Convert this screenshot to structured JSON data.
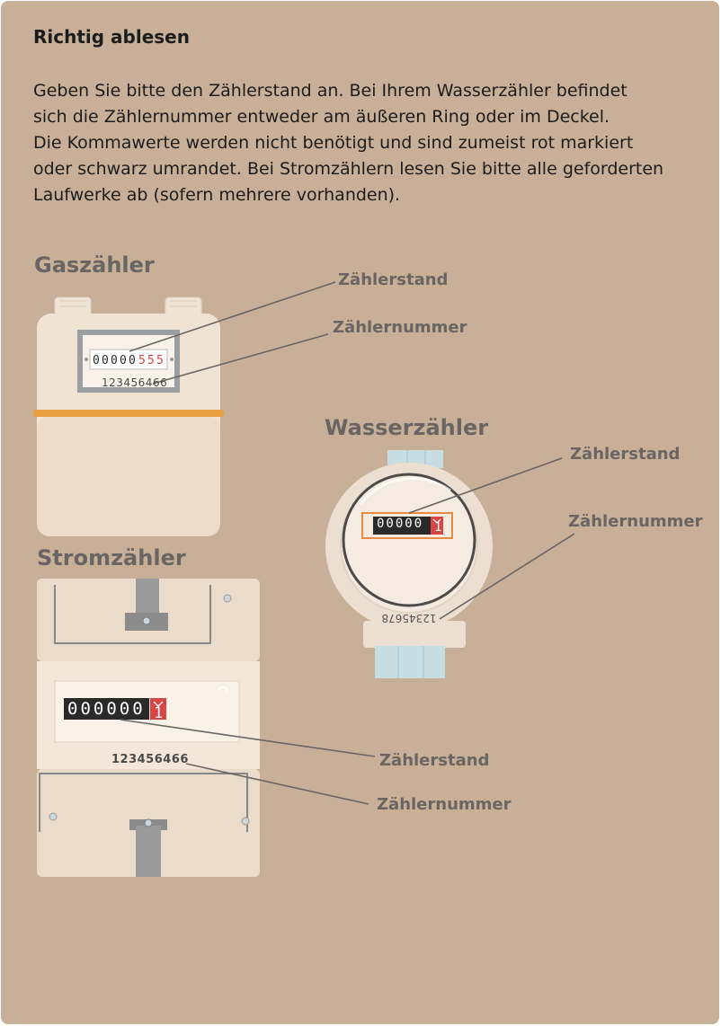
{
  "heading": "Richtig ablesen",
  "intro": [
    "Geben Sie bitte den Zählerstand an. Bei Ihrem Wasserzähler befindet",
    "sich die Zählernummer entweder am äußeren Ring oder im Deckel.",
    "Die Kommawerte werden nicht benötigt und sind zumeist rot markiert",
    "oder schwarz umrandet. Bei Stromzählern lesen Sie bitte alle geforderten",
    "Laufwerke ab (sofern mehrere vorhanden)."
  ],
  "gas": {
    "title": "Gaszähler",
    "digits": [
      "0",
      "0",
      "0",
      "0",
      "0"
    ],
    "decimal_digits": [
      "5",
      "5",
      "5"
    ],
    "meter_number": "123456466",
    "label_reading": "Zählerstand",
    "label_number": "Zählernummer"
  },
  "water": {
    "title": "Wasserzähler",
    "digits": "00000",
    "decimal_digit": "1",
    "meter_number": "12345678",
    "label_reading": "Zählerstand",
    "label_number": "Zählernummer"
  },
  "electric": {
    "title": "Stromzähler",
    "digits": "000000",
    "decimal_digit": "1",
    "meter_number": "123456466",
    "label_reading": "Zählerstand",
    "label_number": "Zählernummer"
  },
  "colors": {
    "background": "#c8b098",
    "meter_body": "#f1e3d3",
    "meter_face": "#f6ebe0",
    "accent_orange": "#e8a040",
    "frame_grey": "#8e8e8e",
    "counter_black": "#2a2a2a",
    "decimal_red": "#d94545",
    "pipe_blue": "#c7dde2",
    "label_grey": "#6a6562"
  }
}
